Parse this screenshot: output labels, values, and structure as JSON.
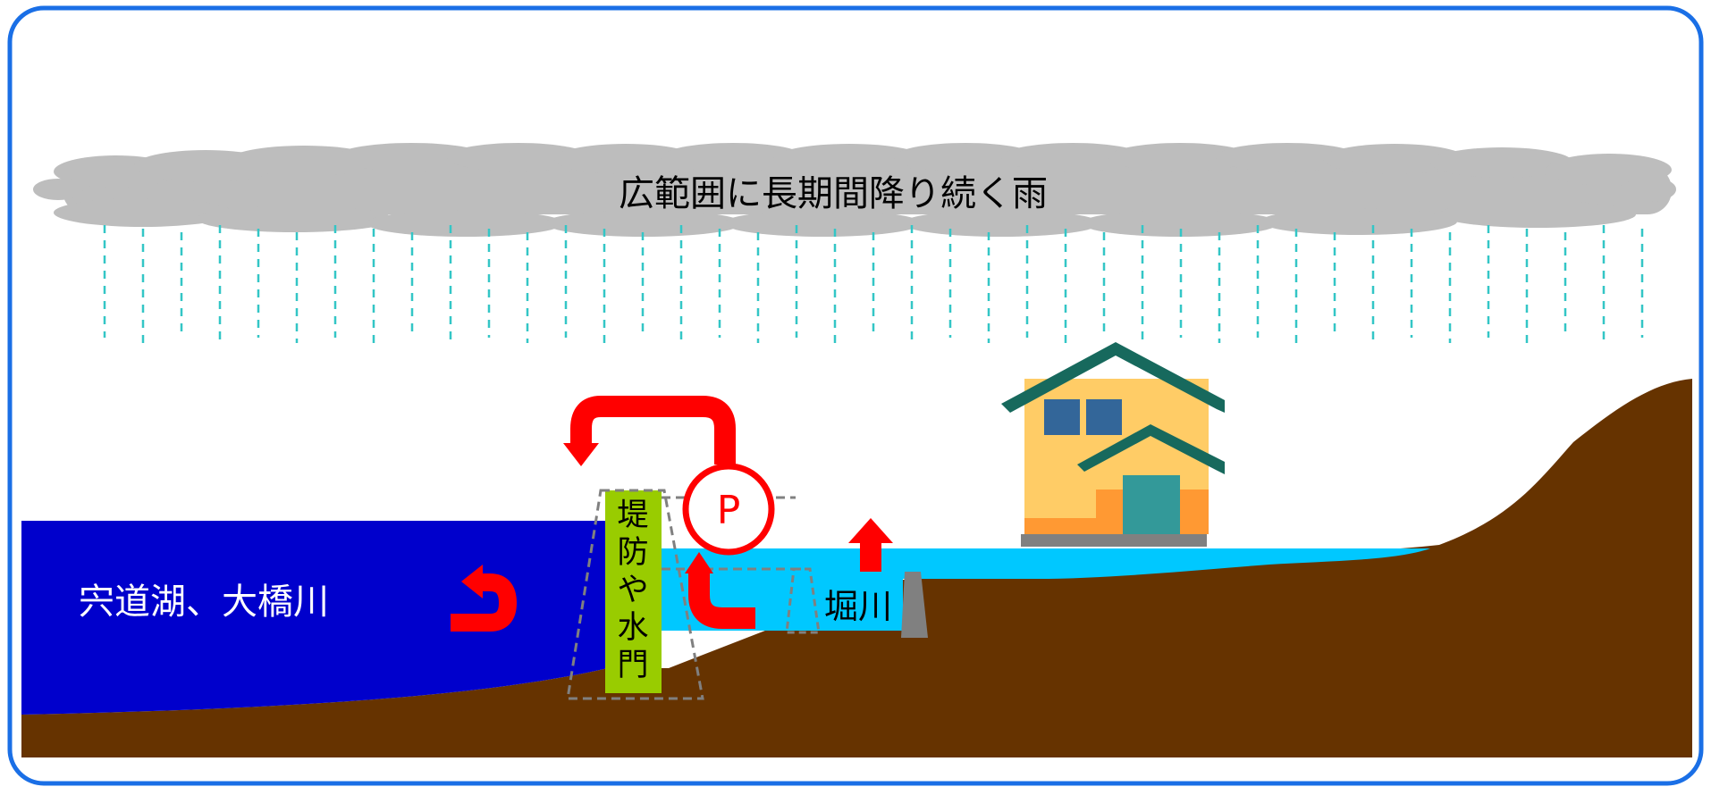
{
  "labels": {
    "rain": "広範囲に長期間降り続く雨",
    "lake": "宍道湖、大橋川",
    "levee": [
      "堤",
      "防",
      "や",
      "水",
      "門"
    ],
    "river": "堀川",
    "pump": "P"
  },
  "colors": {
    "frame": "#1a6fe6",
    "cloud": "#bdbdbd",
    "rain": "#33c6c6",
    "lake": "#0000cc",
    "river": "#00c8ff",
    "ground": "#663300",
    "levee": "#99cc00",
    "arrow": "#ff0000",
    "house_wall": "#ffcc66",
    "house_roof": "#17695d",
    "house_door": "#339999",
    "house_window": "#336699",
    "house_base": "#ff9933",
    "foundation": "#808080"
  }
}
